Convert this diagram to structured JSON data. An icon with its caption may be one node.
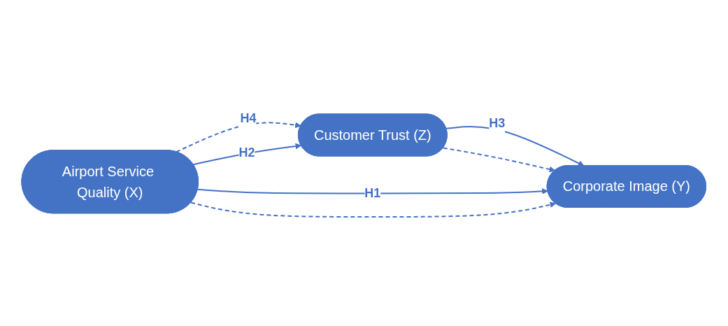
{
  "diagram": {
    "nodes": [
      {
        "text": [
          "Customer Trust (Z)"
        ]
      },
      {
        "text": [
          "Airport Service Quality (X)"
        ]
      },
      {
        "text": [
          "Corporate Image (Y)"
        ]
      }
    ],
    "edges": [
      {
        "from": 1,
        "to": 0,
        "arrow": "to",
        "style": "dashed",
        "label": "H4"
      },
      {
        "from": 1,
        "to": 0,
        "arrow": "to",
        "label": "H2"
      },
      {
        "from": 0,
        "to": 2,
        "arrow": "to",
        "label": "H3"
      },
      {
        "from": 0,
        "to": 2,
        "arrow": "to",
        "style": "dashed"
      },
      {
        "from": 1,
        "to": 2,
        "arrow": "to",
        "label": "H1"
      },
      {
        "from": 1,
        "to": 2,
        "arrow": "to",
        "style": "dashed"
      }
    ]
  }
}
